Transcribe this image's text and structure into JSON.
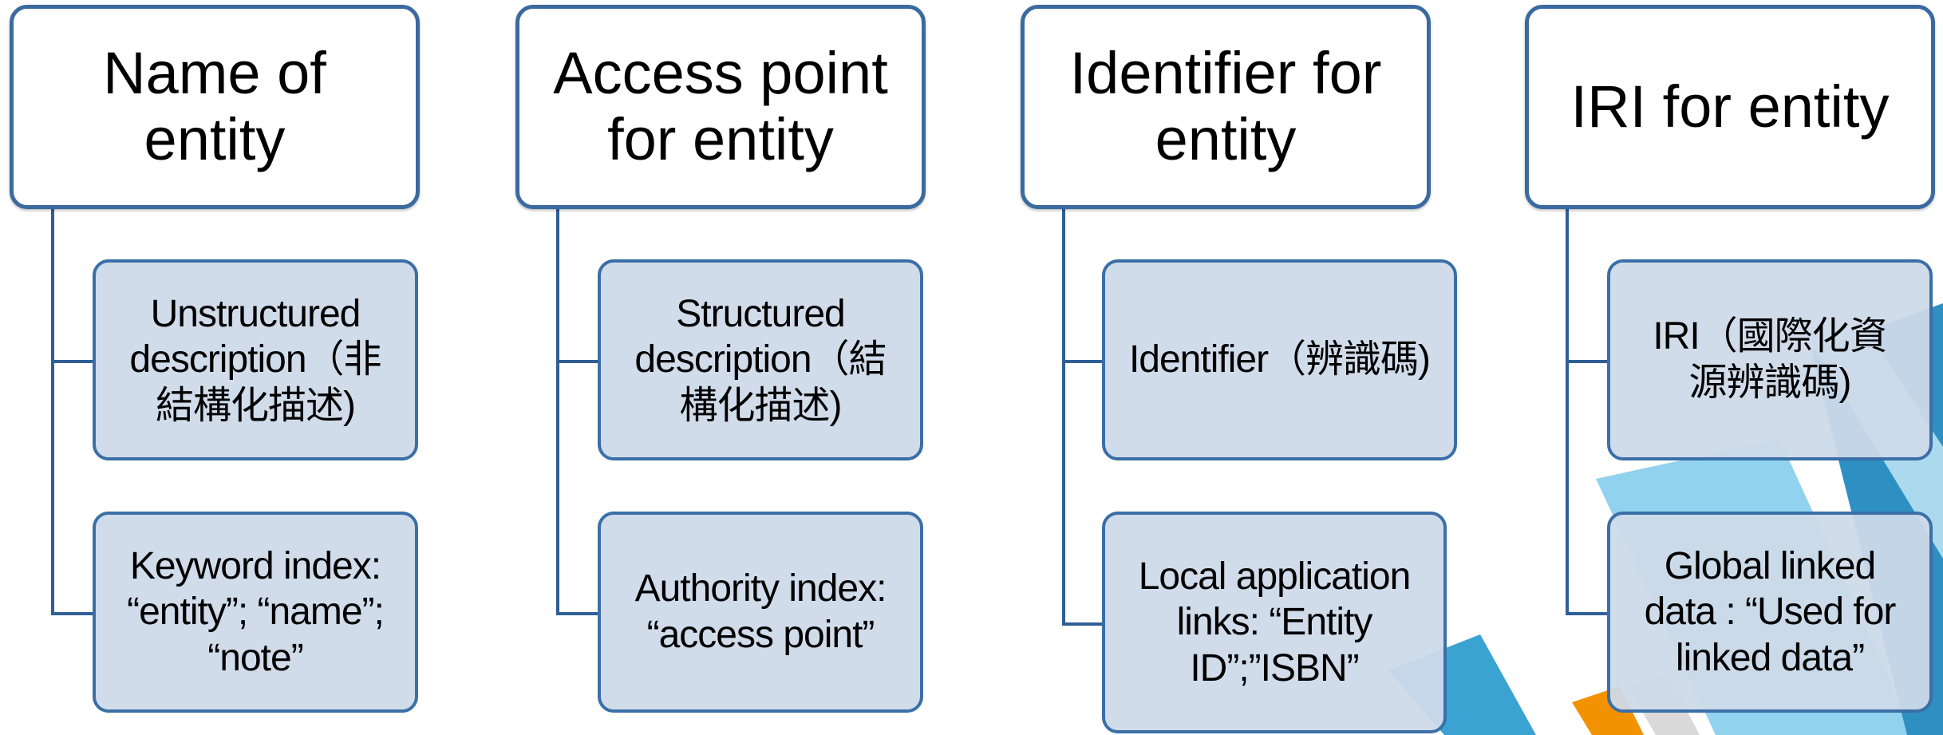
{
  "columns": [
    {
      "header": "Name of\nentity",
      "children": [
        "Unstructured\ndescription（非\n結構化描述)",
        "Keyword index:\n“entity”; “name”;\n“note”"
      ]
    },
    {
      "header": "Access point\nfor entity",
      "children": [
        "Structured\ndescription（結\n構化描述)",
        "Authority index:\n“access point”"
      ]
    },
    {
      "header": "Identifier for\nentity",
      "children": [
        "Identifier（辨識碼)",
        "Local application\nlinks: “Entity\nID”;”ISBN”"
      ]
    },
    {
      "header": "IRI for entity",
      "children": [
        "IRI（國際化資\n源辨識碼)",
        "Global linked\ndata : “Used for\nlinked data”"
      ]
    }
  ],
  "colors": {
    "header_border": "#3a6a9f",
    "child_fill": "#cedae9",
    "connector": "#2f5f96",
    "accent_blue": "#2e97c9",
    "accent_light_blue": "#7fcbea",
    "accent_orange": "#f39200"
  }
}
